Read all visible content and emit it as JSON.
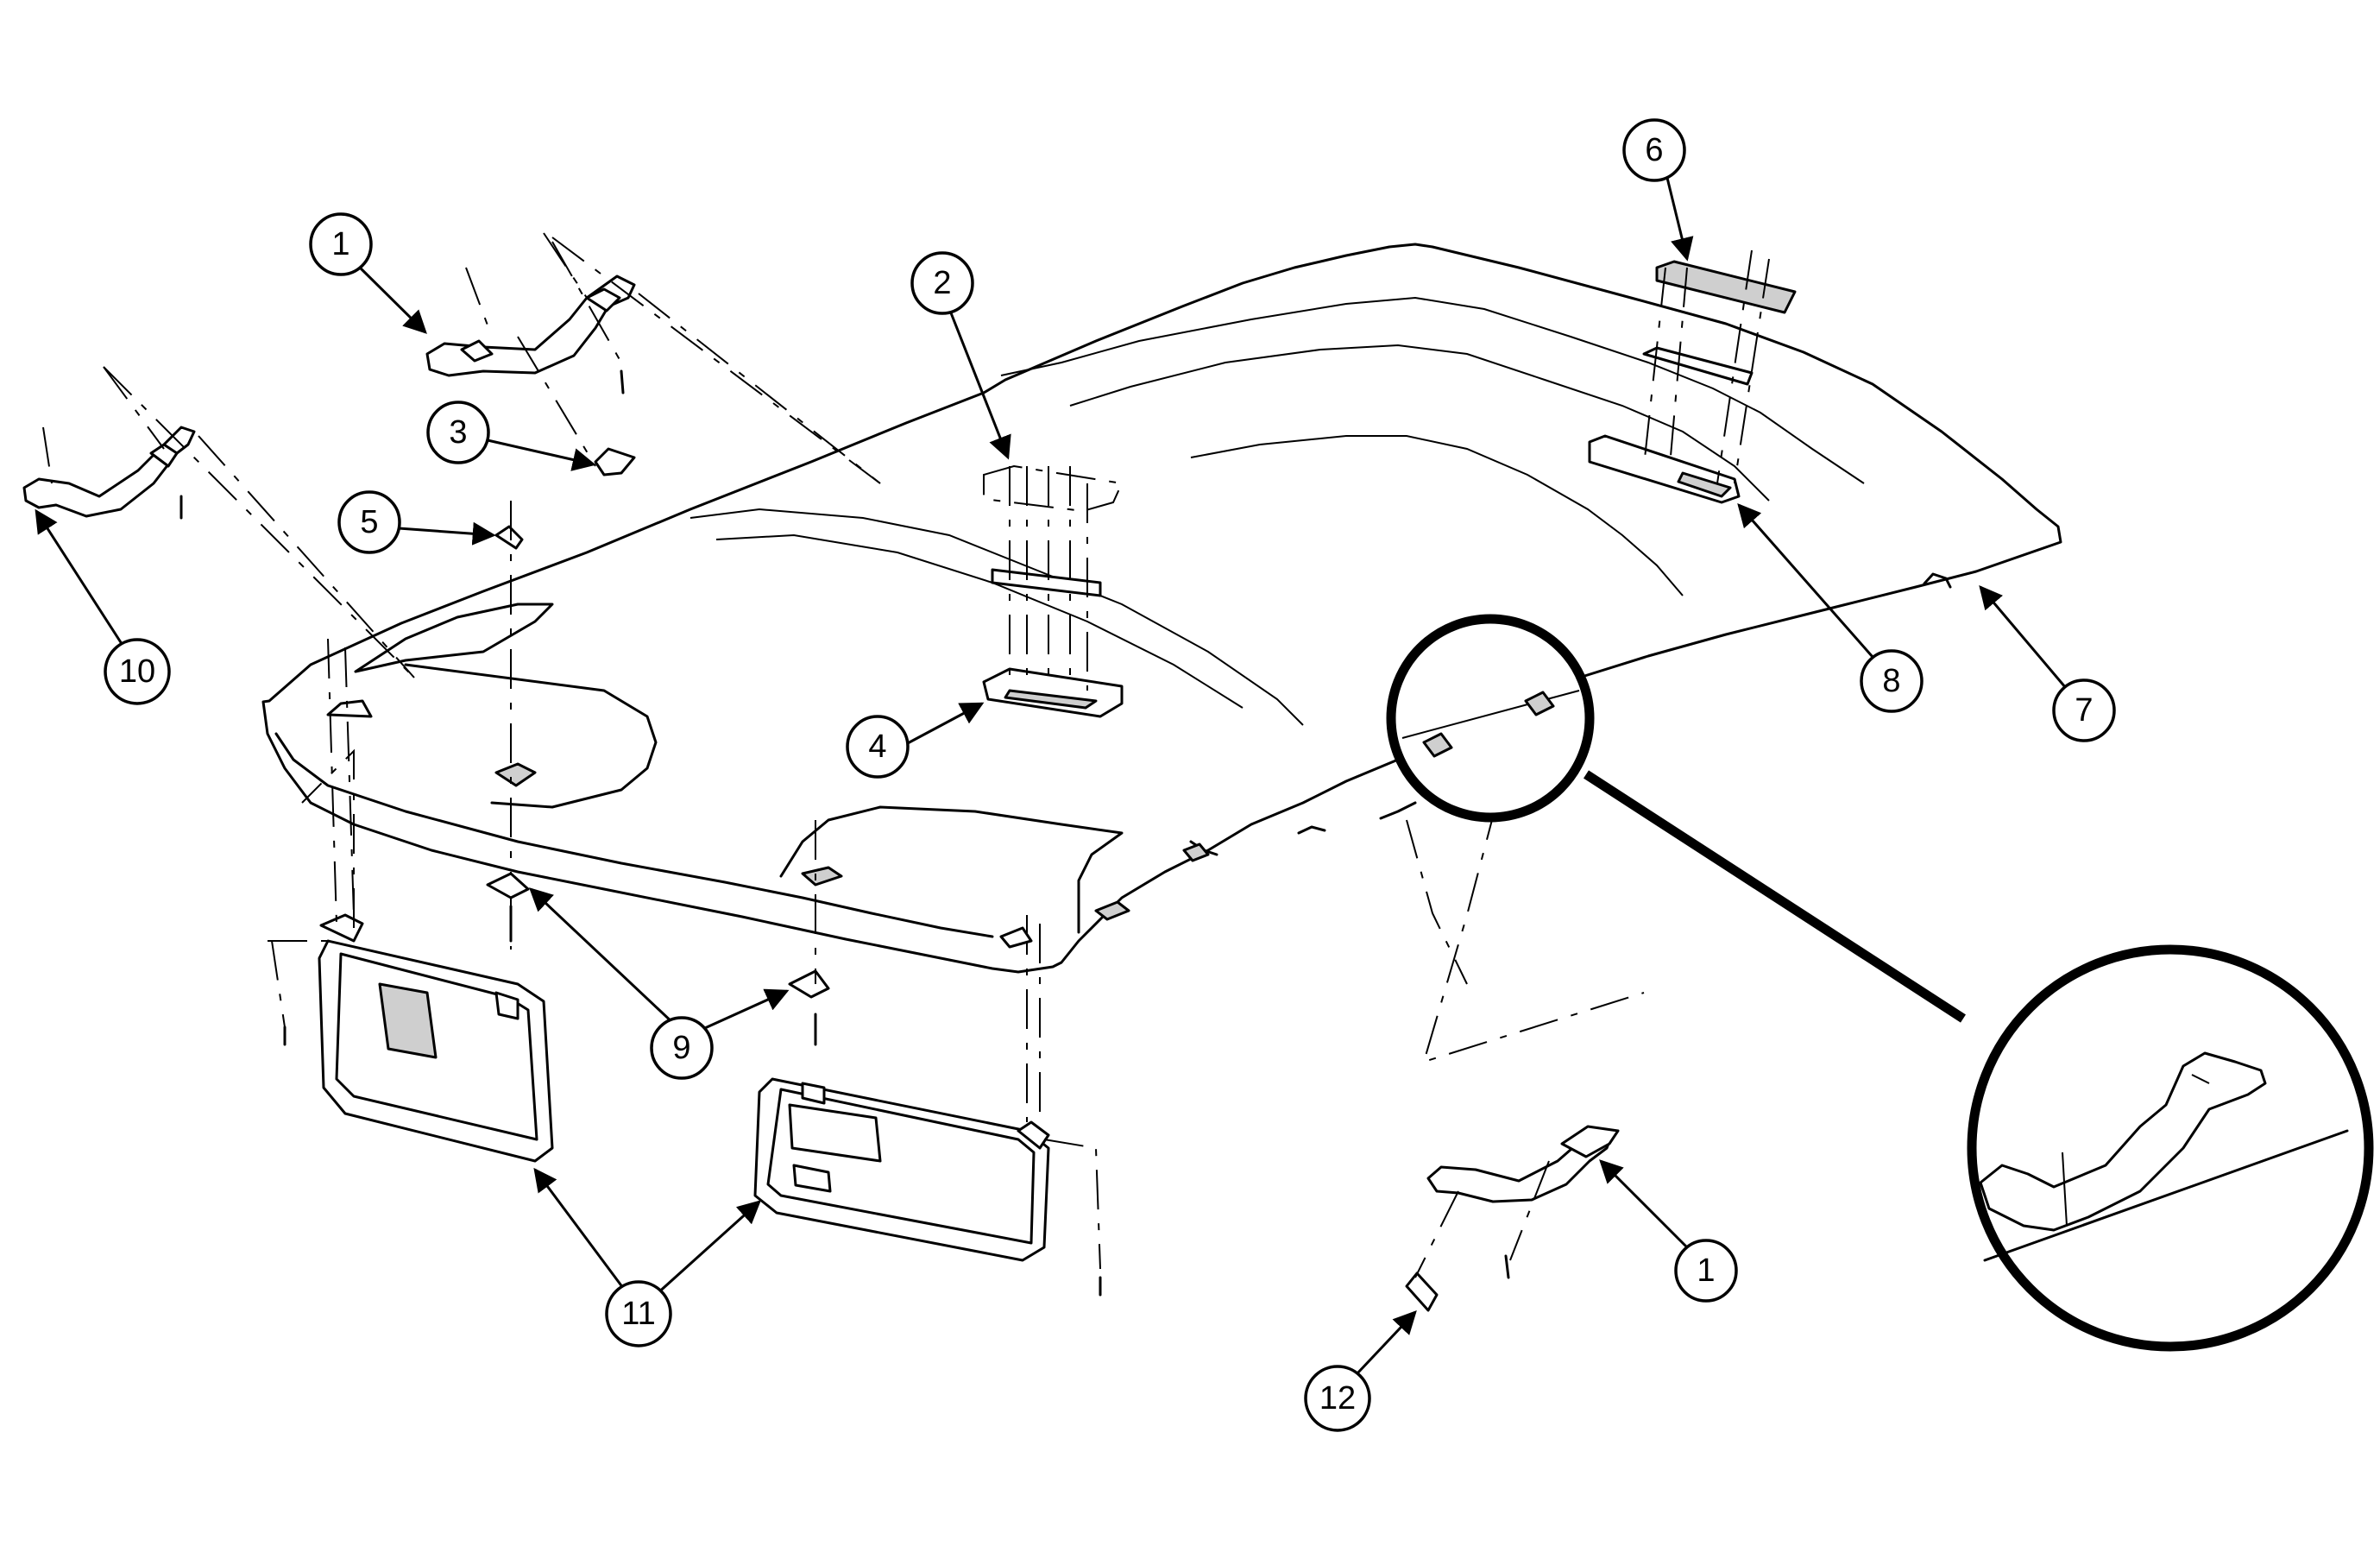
{
  "diagram": {
    "callouts": [
      {
        "id": "c1a",
        "label": "1"
      },
      {
        "id": "c2",
        "label": "2"
      },
      {
        "id": "c3",
        "label": "3"
      },
      {
        "id": "c4",
        "label": "4"
      },
      {
        "id": "c5",
        "label": "5"
      },
      {
        "id": "c6",
        "label": "6"
      },
      {
        "id": "c7",
        "label": "7"
      },
      {
        "id": "c8",
        "label": "8"
      },
      {
        "id": "c9",
        "label": "9"
      },
      {
        "id": "c10",
        "label": "10"
      },
      {
        "id": "c11",
        "label": "11"
      },
      {
        "id": "c12",
        "label": "12"
      },
      {
        "id": "c1b",
        "label": "1"
      }
    ]
  }
}
